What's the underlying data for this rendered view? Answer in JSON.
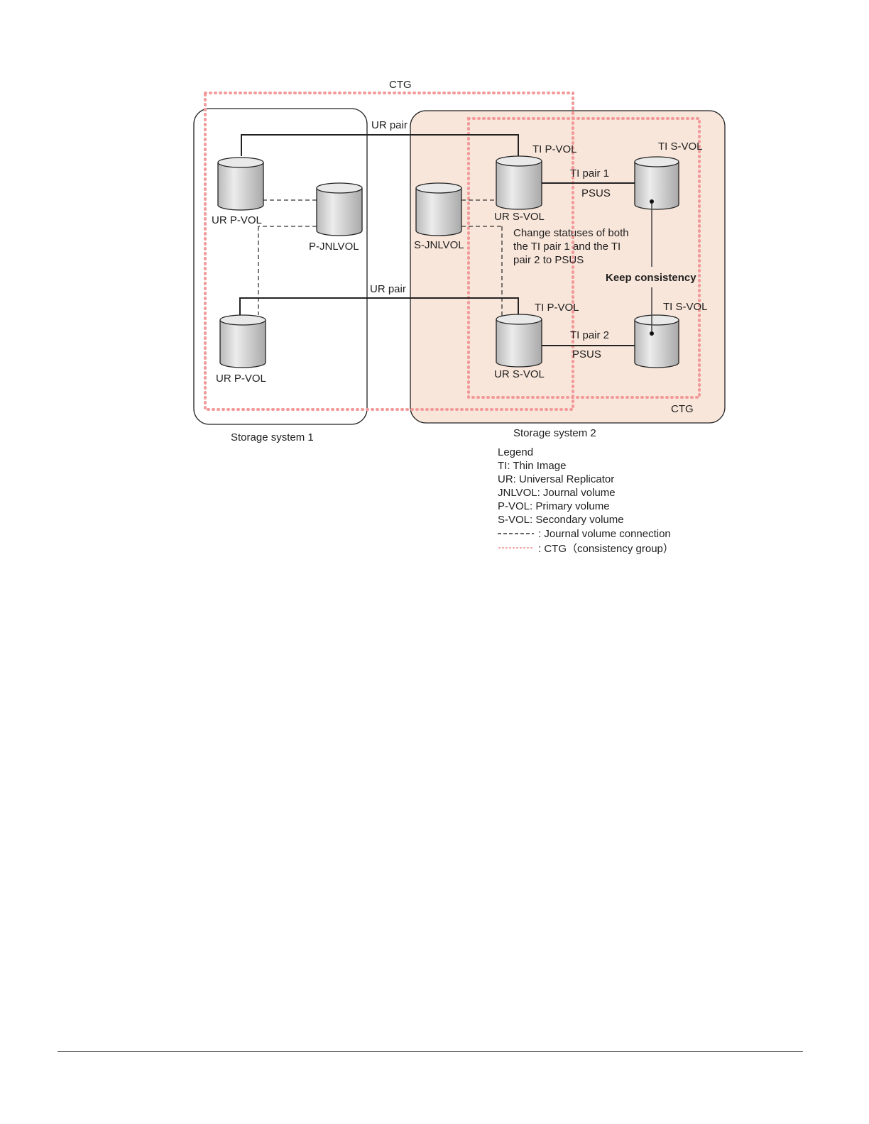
{
  "diagram": {
    "ctg_outer_label": "CTG",
    "ctg_inner_label": "CTG",
    "storage_system_1": "Storage system 1",
    "storage_system_2": "Storage system 2",
    "ur_pair_top": "UR pair",
    "ur_pair_bottom": "UR pair",
    "ur_pvol_top": "UR P-VOL",
    "ur_pvol_bottom": "UR P-VOL",
    "p_jnlvol": "P-JNLVOL",
    "s_jnlvol": "S-JNLVOL",
    "ti_pvol_top": "TI P-VOL",
    "ti_pvol_bottom": "TI P-VOL",
    "ur_svol_top": "UR S-VOL",
    "ur_svol_bottom": "UR S-VOL",
    "ti_svol_top": "TI S-VOL",
    "ti_svol_bottom": "TI S-VOL",
    "ti_pair_1": "TI pair 1",
    "ti_pair_2": "TI pair 2",
    "psus_top": "PSUS",
    "psus_bottom": "PSUS",
    "change_status_note": [
      "Change statuses of both",
      "the TI pair 1 and the TI",
      "pair 2 to PSUS"
    ],
    "keep_consistency": "Keep consistency",
    "colors": {
      "ctg_dots": "#f29a9a",
      "storage2_fill": "#f9e6da",
      "volume_fill": "#d4d4d4",
      "line": "#222222"
    }
  },
  "legend": {
    "title": "Legend",
    "items": [
      "TI: Thin Image",
      "UR: Universal Replicator",
      "JNLVOL: Journal volume",
      "P-VOL: Primary volume",
      "S-VOL: Secondary volume"
    ],
    "journal_connection": ": Journal volume connection",
    "ctg": ": CTG（consistency group）"
  }
}
